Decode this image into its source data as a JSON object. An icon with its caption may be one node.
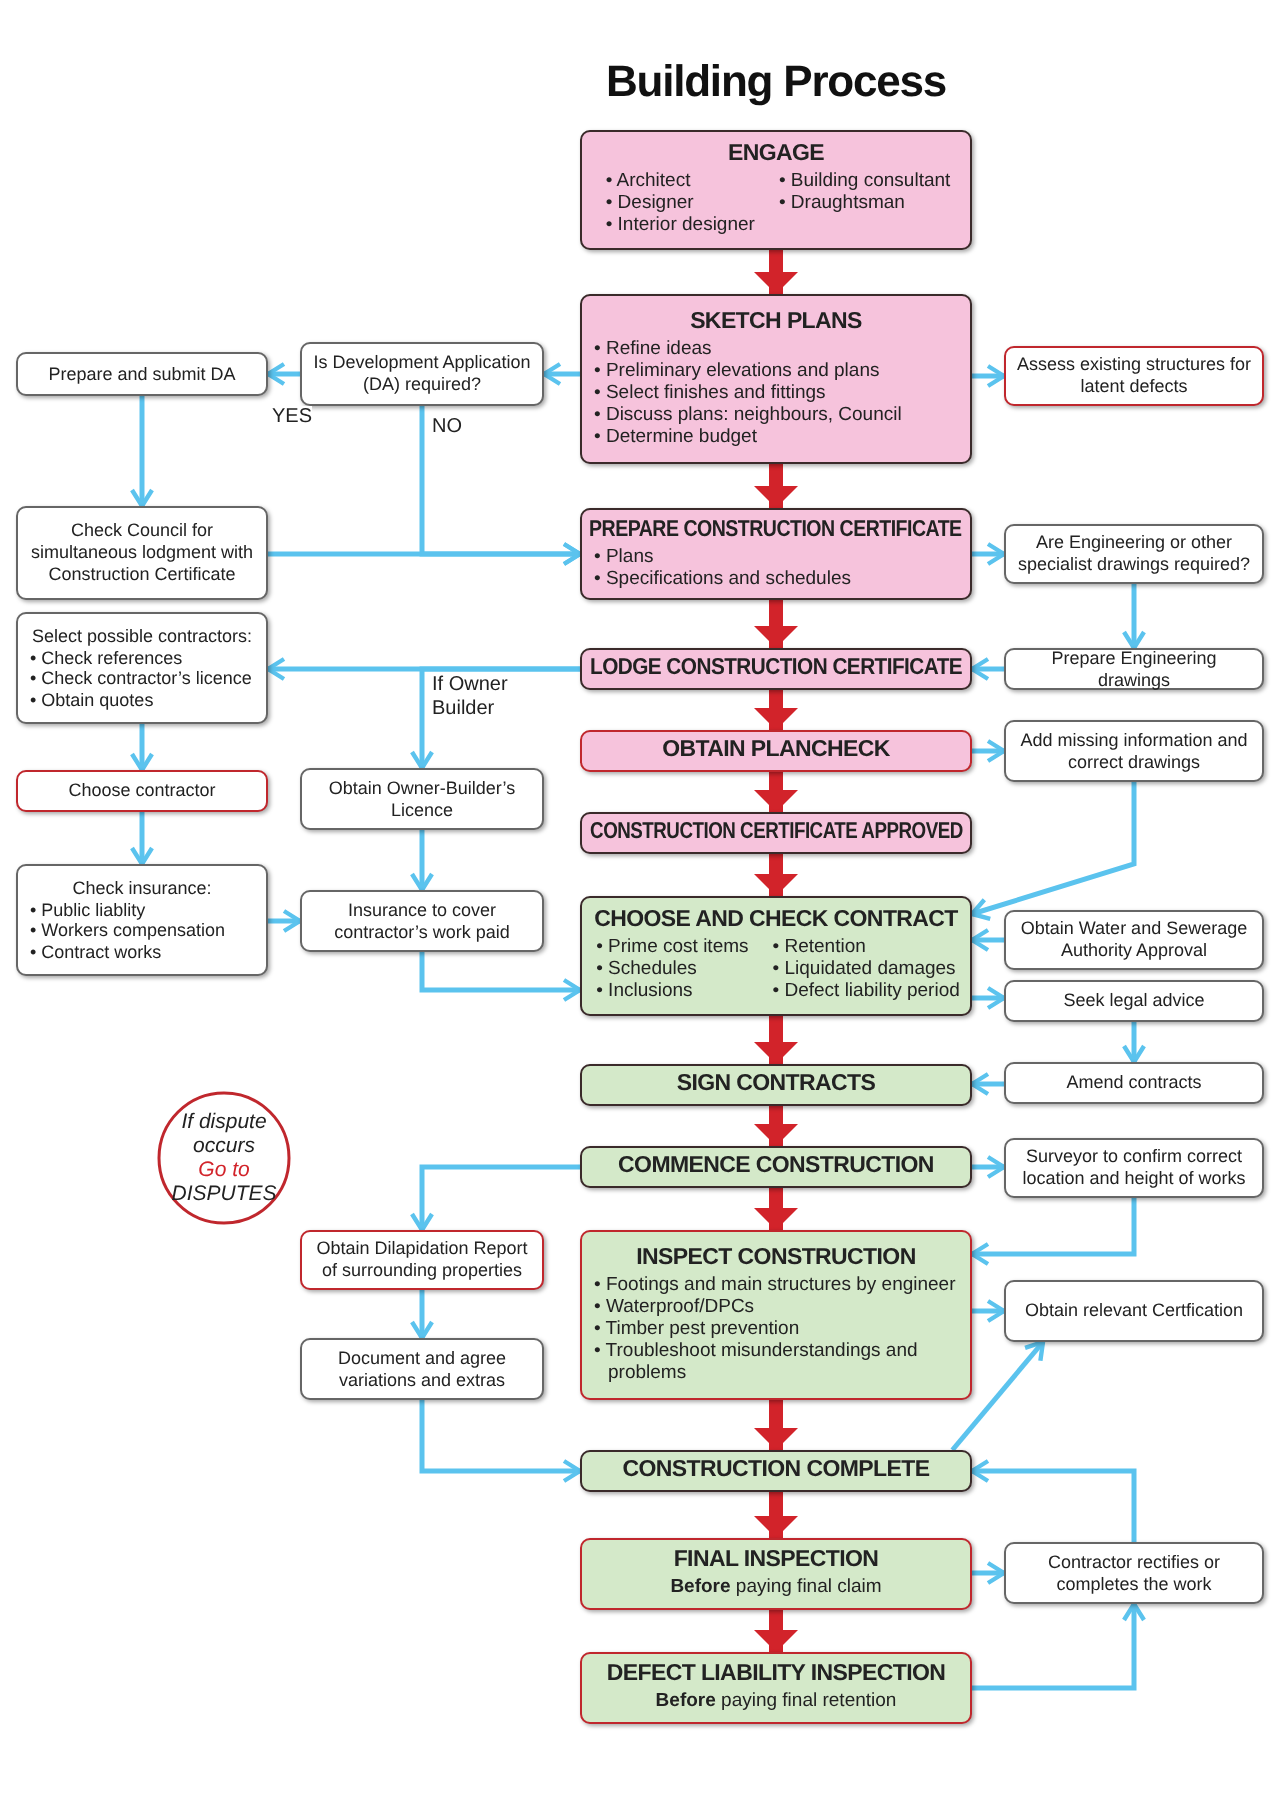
{
  "diagram": {
    "title": "Building Process",
    "nodes": [
      {
        "text": [
          "ENGAGE",
          "• Architect",
          "• Building consultant",
          "• Designer",
          "• Draughtsman",
          "• Interior designer"
        ]
      },
      {
        "text": [
          "Prepare and submit DA"
        ]
      },
      {
        "text": [
          "Is Development Application (DA) required?"
        ]
      },
      {
        "text": [
          "SKETCH PLANS",
          "• Refine ideas",
          "• Preliminary elevations and plans",
          "• Select finishes and fittings",
          "• Discuss plans: neighbours, Council",
          "• Determine budget"
        ]
      },
      {
        "text": [
          "Assess existing structures for latent defects"
        ]
      },
      {
        "text": [
          "Check Council for simultaneous lodgment with Construction Certificate"
        ]
      },
      {
        "text": [
          "PREPARE CONSTRUCTION CERTIFICATE",
          "• Plans",
          "• Specifications and schedules"
        ]
      },
      {
        "text": [
          "Are Engineering or other specialist drawings required?"
        ]
      },
      {
        "text": [
          "Select possible contractors:",
          "• Check references",
          "• Check contractor’s licence",
          "• Obtain quotes"
        ]
      },
      {
        "text": [
          "LODGE CONSTRUCTION CERTIFICATE"
        ]
      },
      {
        "text": [
          "Prepare Engineering drawings"
        ]
      },
      {
        "text": [
          "OBTAIN PLANCHECK"
        ]
      },
      {
        "text": [
          "Add missing information and correct drawings"
        ]
      },
      {
        "text": [
          "Choose contractor"
        ]
      },
      {
        "text": [
          "Obtain Owner-Builder’s Licence"
        ]
      },
      {
        "text": [
          "CONSTRUCTION CERTIFICATE APPROVED"
        ]
      },
      {
        "text": [
          "Check insurance:",
          "• Public liablity",
          "• Workers compensation",
          "• Contract works"
        ]
      },
      {
        "text": [
          "Insurance to cover contractor’s work paid"
        ]
      },
      {
        "text": [
          "CHOOSE AND CHECK CONTRACT",
          "• Prime cost items",
          "• Retention",
          "• Schedules",
          "• Liquidated damages",
          "• Inclusions",
          "• Defect liability period"
        ]
      },
      {
        "text": [
          "Obtain Water and Sewerage Authority Approval"
        ]
      },
      {
        "text": [
          "Seek legal advice"
        ]
      },
      {
        "text": [
          "SIGN CONTRACTS"
        ]
      },
      {
        "text": [
          "Amend contracts"
        ]
      },
      {
        "text": [
          "If dispute occurs",
          "Go to",
          "DISPUTES"
        ]
      },
      {
        "text": [
          "COMMENCE CONSTRUCTION"
        ]
      },
      {
        "text": [
          "Surveyor to confirm correct location and height of works"
        ]
      },
      {
        "text": [
          "Obtain Dilapidation Report of surrounding properties"
        ]
      },
      {
        "text": [
          "INSPECT CONSTRUCTION",
          "• Footings and main structures by engineer",
          "• Waterproof/DPCs",
          "• Timber pest prevention",
          "• Troubleshoot misunderstandings and problems"
        ]
      },
      {
        "text": [
          "Obtain relevant Certfication"
        ]
      },
      {
        "text": [
          "Document and agree variations and extras"
        ]
      },
      {
        "text": [
          "CONSTRUCTION COMPLETE"
        ]
      },
      {
        "text": [
          "FINAL INSPECTION",
          "**Before** paying final claim"
        ]
      },
      {
        "text": [
          "Contractor rectifies or completes the work"
        ]
      },
      {
        "text": [
          "DEFECT LIABILITY INSPECTION",
          "**Before** paying final retention"
        ]
      }
    ],
    "edges": [
      {
        "from": 0,
        "to": 3,
        "arrow": "to",
        "style": "thick",
        "color": "#d2232a"
      },
      {
        "from": 3,
        "to": 2,
        "arrow": "to"
      },
      {
        "from": 2,
        "to": 1,
        "arrow": "to",
        "label": "YES"
      },
      {
        "from": 1,
        "to": 5,
        "arrow": "to"
      },
      {
        "from": 2,
        "to": 6,
        "arrow": "to",
        "label": "NO"
      },
      {
        "from": 5,
        "to": 6,
        "arrow": "to"
      },
      {
        "from": 3,
        "to": 4,
        "arrow": "to"
      },
      {
        "from": 3,
        "to": 6,
        "arrow": "to",
        "style": "thick",
        "color": "#d2232a"
      },
      {
        "from": 6,
        "to": 7,
        "arrow": "to"
      },
      {
        "from": 7,
        "to": 10,
        "arrow": "to"
      },
      {
        "from": 10,
        "to": 9,
        "arrow": "to"
      },
      {
        "from": 6,
        "to": 9,
        "arrow": "to",
        "style": "thick",
        "color": "#d2232a"
      },
      {
        "from": 9,
        "to": 8,
        "arrow": "to"
      },
      {
        "from": 9,
        "to": 14,
        "arrow": "to",
        "label": "If Owner Builder"
      },
      {
        "from": 9,
        "to": 11,
        "arrow": "to",
        "style": "thick",
        "color": "#d2232a"
      },
      {
        "from": 11,
        "to": 12,
        "arrow": "to"
      },
      {
        "from": 8,
        "to": 13,
        "arrow": "to"
      },
      {
        "from": 13,
        "to": 16,
        "arrow": "to"
      },
      {
        "from": 14,
        "to": 17,
        "arrow": "to"
      },
      {
        "from": 16,
        "to": 17,
        "arrow": "to"
      },
      {
        "from": 11,
        "to": 15,
        "arrow": "to",
        "style": "thick",
        "color": "#d2232a"
      },
      {
        "from": 12,
        "to": 18,
        "arrow": "to"
      },
      {
        "from": 15,
        "to": 18,
        "arrow": "to",
        "style": "thick",
        "color": "#d2232a"
      },
      {
        "from": 17,
        "to": 18,
        "arrow": "to"
      },
      {
        "from": 19,
        "to": 18,
        "arrow": "to"
      },
      {
        "from": 18,
        "to": 20,
        "arrow": "to"
      },
      {
        "from": 18,
        "to": 21,
        "arrow": "to",
        "style": "thick",
        "color": "#d2232a"
      },
      {
        "from": 20,
        "to": 22,
        "arrow": "to"
      },
      {
        "from": 22,
        "to": 21,
        "arrow": "to"
      },
      {
        "from": 21,
        "to": 24,
        "arrow": "to",
        "style": "thick",
        "color": "#d2232a"
      },
      {
        "from": 24,
        "to": 26,
        "arrow": "to"
      },
      {
        "from": 24,
        "to": 25,
        "arrow": "to"
      },
      {
        "from": 24,
        "to": 27,
        "arrow": "to",
        "style": "thick",
        "color": "#d2232a"
      },
      {
        "from": 25,
        "to": 27,
        "arrow": "to"
      },
      {
        "from": 26,
        "to": 29,
        "arrow": "to"
      },
      {
        "from": 27,
        "to": 28,
        "arrow": "to"
      },
      {
        "from": 29,
        "to": 30,
        "arrow": "to"
      },
      {
        "from": 27,
        "to": 30,
        "arrow": "to",
        "style": "thick",
        "color": "#d2232a"
      },
      {
        "from": 30,
        "to": 28,
        "arrow": "to"
      },
      {
        "from": 30,
        "to": 31,
        "arrow": "to",
        "style": "thick",
        "color": "#d2232a"
      },
      {
        "from": 31,
        "to": 32,
        "arrow": "to"
      },
      {
        "from": 31,
        "to": 33,
        "arrow": "to",
        "style": "thick",
        "color": "#d2232a"
      },
      {
        "from": 33,
        "to": 32,
        "arrow": "to"
      },
      {
        "from": 32,
        "to": 30,
        "arrow": "to"
      }
    ]
  }
}
